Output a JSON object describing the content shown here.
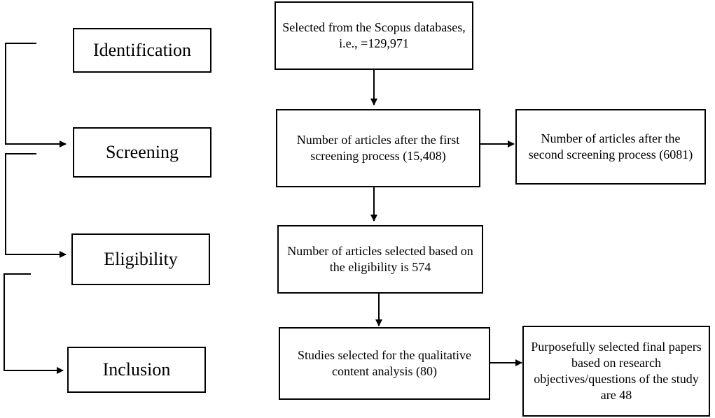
{
  "stages": {
    "identification": "Identification",
    "screening": "Screening",
    "eligibility": "Eligibility",
    "inclusion": "Inclusion"
  },
  "steps": {
    "selected": "Selected from the Scopus databases, i.e., =129,971",
    "first_screening": "Number of articles after the first screening process (15,408)",
    "second_screening": "Number of articles after the second screening process (6081)",
    "eligibility": "Number of articles selected based on the eligibility is 574",
    "qualitative": "Studies selected for the qualitative content analysis (80)",
    "final": "Purposefully selected final papers based on research objectives/questions of the study are 48"
  }
}
